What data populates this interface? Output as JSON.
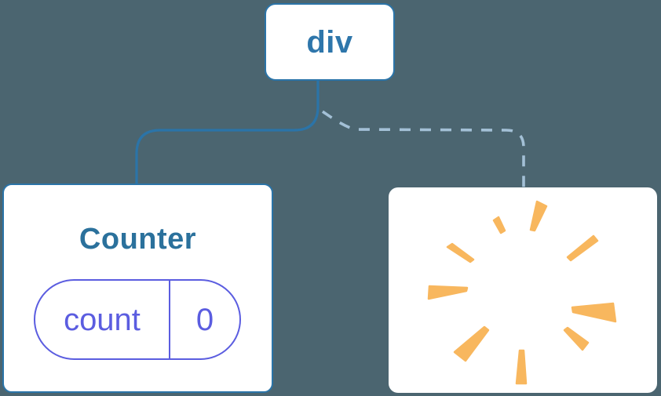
{
  "colors": {
    "background": "#4b6570",
    "node_fill": "#ffffff",
    "node_border": "#2b74a8",
    "edge_solid": "#2b74a8",
    "edge_dashed": "#a3c0d6",
    "div_label": "#2e76ab",
    "counter_title": "#2b719c",
    "state_purple": "#5b5de0",
    "spark": "#f8b75e"
  },
  "tree": {
    "root_label": "div",
    "counter": {
      "title": "Counter",
      "state_key": "count",
      "state_value": "0"
    }
  }
}
